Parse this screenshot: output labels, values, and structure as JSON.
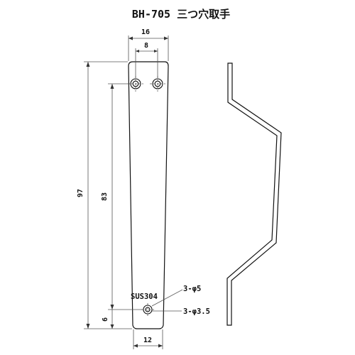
{
  "title": "BH-705 三つ穴取手",
  "dimensions": {
    "top_width": "16",
    "hole_spacing": "8",
    "overall_length": "97",
    "hole_to_hole_length": "83",
    "bottom_offset": "6",
    "bottom_width": "12"
  },
  "notes": {
    "material": "SUS304",
    "upper_holes": "3-φ5",
    "lower_hole": "3-φ3.5"
  }
}
